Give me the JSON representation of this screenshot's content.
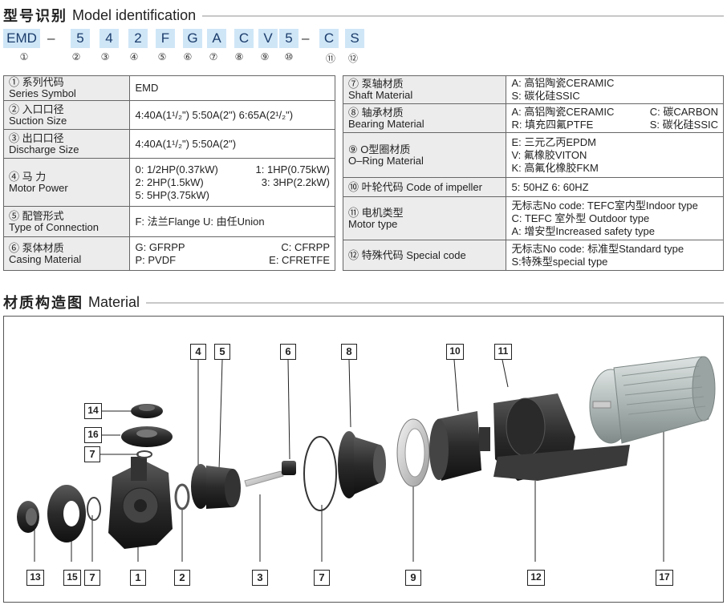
{
  "model_section": {
    "title_zh": "型号识别",
    "title_en": "Model identification"
  },
  "model_code": [
    "EMD",
    "–",
    "5",
    "4",
    "2",
    "F",
    "G",
    "A",
    "C",
    "V",
    "5",
    "–",
    "C",
    "S"
  ],
  "code_numbers": [
    "①",
    "②",
    "③",
    "④",
    "⑤",
    "⑥",
    "⑦",
    "⑧",
    "⑨",
    "⑩",
    "⑪",
    "⑫"
  ],
  "left_table": [
    {
      "num": "①",
      "zh": "系列代码",
      "en": "Series Symbol",
      "lines": [
        "EMD"
      ]
    },
    {
      "num": "②",
      "zh": "入口口径",
      "en": "Suction Size",
      "lines": [
        "4:40A(1¹/₂\")  5:50A(2\")  6:65A(2¹/₂\")"
      ]
    },
    {
      "num": "③",
      "zh": "出口口径",
      "en": "Discharge Size",
      "lines": [
        "4:40A(1¹/₂\")  5:50A(2\")"
      ]
    },
    {
      "num": "④",
      "zh": "马  力",
      "en": "Motor Power",
      "pairs": [
        [
          "0: 1/2HP(0.37kW)",
          "1: 1HP(0.75kW)"
        ],
        [
          "2: 2HP(1.5kW)",
          "3: 3HP(2.2kW)"
        ],
        [
          "5: 5HP(3.75kW)",
          ""
        ]
      ]
    },
    {
      "num": "⑤",
      "zh": "配管形式",
      "en": "Type of Connection",
      "lines": [
        "F: 法兰Flange   U: 由任Union"
      ]
    },
    {
      "num": "⑥",
      "zh": "泵体材质",
      "en": "Casing Material",
      "pairs": [
        [
          "G: GFRPP",
          "C: CFRPP"
        ],
        [
          "P: PVDF",
          "E: CFRETFE"
        ]
      ]
    }
  ],
  "right_table": [
    {
      "num": "⑦",
      "zh": "泵轴材质",
      "en": "Shaft Material",
      "lines": [
        "A: 高铝陶瓷CERAMIC",
        "S: 碳化硅SSIC"
      ]
    },
    {
      "num": "⑧",
      "zh": "轴承材质",
      "en": "Bearing Material",
      "pairs": [
        [
          "A: 高铝陶瓷CERAMIC",
          "C: 碳CARBON"
        ],
        [
          "R: 填充四氟PTFE",
          "S: 碳化硅SSIC"
        ]
      ]
    },
    {
      "num": "⑨",
      "zh": "O型圈材质",
      "en": "O–Ring Material",
      "lines": [
        "E: 三元乙丙EPDM",
        "V: 氟橡胶VITON",
        "K: 高氟化橡胶FKM"
      ]
    },
    {
      "num": "⑩",
      "zh": "叶轮代码",
      "en": "Code of impeller",
      "inline": true,
      "lines": [
        "5:  50HZ   6:  60HZ"
      ]
    },
    {
      "num": "⑪",
      "zh": "电机类型",
      "en": "Motor type",
      "lines": [
        "无标志No code: TEFC室内型Indoor type",
        "C: TEFC 室外型 Outdoor type",
        "A: 增安型Increased safety type"
      ]
    },
    {
      "num": "⑫",
      "zh": "特殊代码",
      "en": "Special code",
      "inline": true,
      "lines": [
        "无标志No code: 标准型Standard type",
        "S:特殊型special type"
      ]
    }
  ],
  "material_section": {
    "title_zh": "材质构造图",
    "title_en": "Material"
  },
  "part_tags": [
    "1",
    "2",
    "3",
    "4",
    "5",
    "6",
    "7",
    "7",
    "7",
    "8",
    "9",
    "10",
    "11",
    "12",
    "13",
    "14",
    "15",
    "16",
    "17"
  ],
  "colors": {
    "code_bg": "#cfe6f7",
    "label_bg": "#ececec",
    "part_dark": "#2e2e2e",
    "motor": "#b9c3c0"
  }
}
